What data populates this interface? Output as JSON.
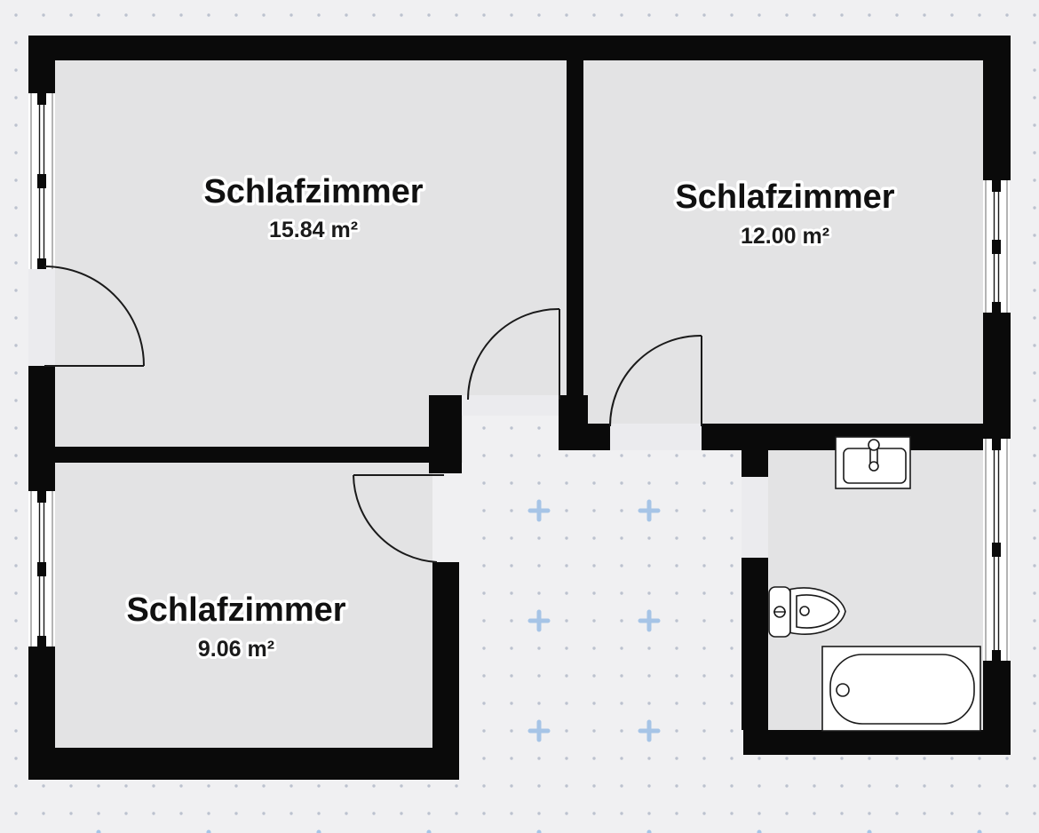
{
  "plan": {
    "type": "floor-plan",
    "rooms": [
      {
        "name": "bedroom-large",
        "label": "Schlafzimmer",
        "area": "15.84 m²"
      },
      {
        "name": "bedroom-right",
        "label": "Schlafzimmer",
        "area": "12.00 m²"
      },
      {
        "name": "bedroom-small",
        "label": "Schlafzimmer",
        "area": "9.06 m²"
      },
      {
        "name": "bathroom",
        "label": "",
        "area": ""
      }
    ],
    "fixtures": [
      {
        "name": "sink-icon"
      },
      {
        "name": "toilet-icon"
      },
      {
        "name": "bathtub-icon"
      }
    ],
    "colors": {
      "wall": "#0a0a0a",
      "floor": "#e3e3e4",
      "background": "#f0f0f2",
      "grid_dot": "#bcc2cf",
      "grid_plus": "#a6c4e6",
      "label_text": "#111111",
      "label_halo": "#ffffff"
    }
  }
}
